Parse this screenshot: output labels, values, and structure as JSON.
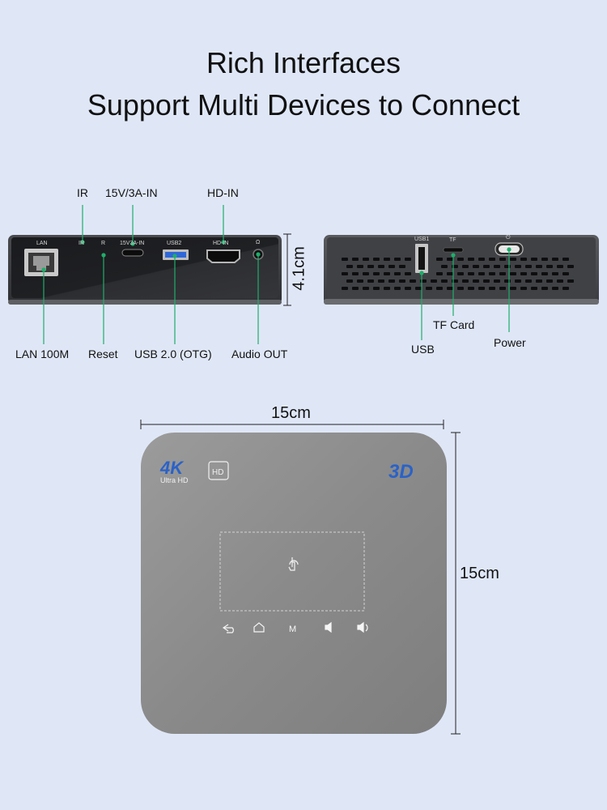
{
  "header": {
    "line1": "Rich Interfaces",
    "line2": "Support Multi Devices to Connect"
  },
  "rear_panel": {
    "top_labels": {
      "ir": "IR",
      "power_in": "15V/3A-IN",
      "hd_in": "HD-IN"
    },
    "bottom_labels": {
      "lan": "LAN 100M",
      "reset": "Reset",
      "usb": "USB 2.0 (OTG)",
      "audio": "Audio OUT"
    },
    "printed_port_labels": {
      "lan": "LAN",
      "ir": "IR",
      "reset": "R",
      "power_in": "15V3A-IN",
      "usb": "USB2",
      "hd_in": "HD-IN"
    },
    "height_dimension": "4.1cm"
  },
  "side_panel": {
    "labels": {
      "usb": "USB",
      "tf": "TF Card",
      "power": "Power"
    },
    "printed_port_labels": {
      "usb": "USB1",
      "tf": "TF"
    }
  },
  "top_view": {
    "width_dimension": "15cm",
    "depth_dimension": "15cm",
    "logo_4k": "4K",
    "logo_ultra_hd": "Ultra HD",
    "logo_hd": "HD",
    "logo_3d": "3D",
    "touch_buttons": [
      "back-icon",
      "home-icon",
      "M",
      "volume-down-icon",
      "volume-up-icon"
    ]
  },
  "colors": {
    "background": "#dfe7f7",
    "device_body": "#8c8c8c",
    "port_panel": "#1c1d20",
    "accent_green": "#1fae6b",
    "logo_blue": "#2a62c8"
  }
}
